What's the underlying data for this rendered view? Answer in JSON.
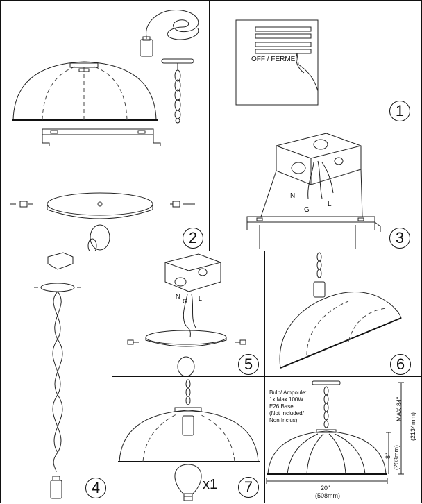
{
  "steps": [
    "1",
    "2",
    "3",
    "4",
    "5",
    "6",
    "7"
  ],
  "step3": {
    "wire_n": "N",
    "wire_g": "G",
    "wire_l": "L"
  },
  "step5": {
    "wire_n": "N",
    "wire_g": "G",
    "wire_l": "L"
  },
  "step1": {
    "switch_text": "OFF / FERME"
  },
  "step7": {
    "bulb_count": "x1"
  },
  "specs": {
    "bulb_lines": [
      "Bulb/ Ampoule:",
      "1x Max 100W",
      "E26 Base",
      "(Not Included/",
      "Non Inclus)"
    ],
    "max_height": "MAX 84\"",
    "max_height_mm": "(2134mm)",
    "shade_height": "8\"",
    "shade_height_mm": "(203mm)",
    "width": "20\"",
    "width_mm": "(508mm)"
  }
}
